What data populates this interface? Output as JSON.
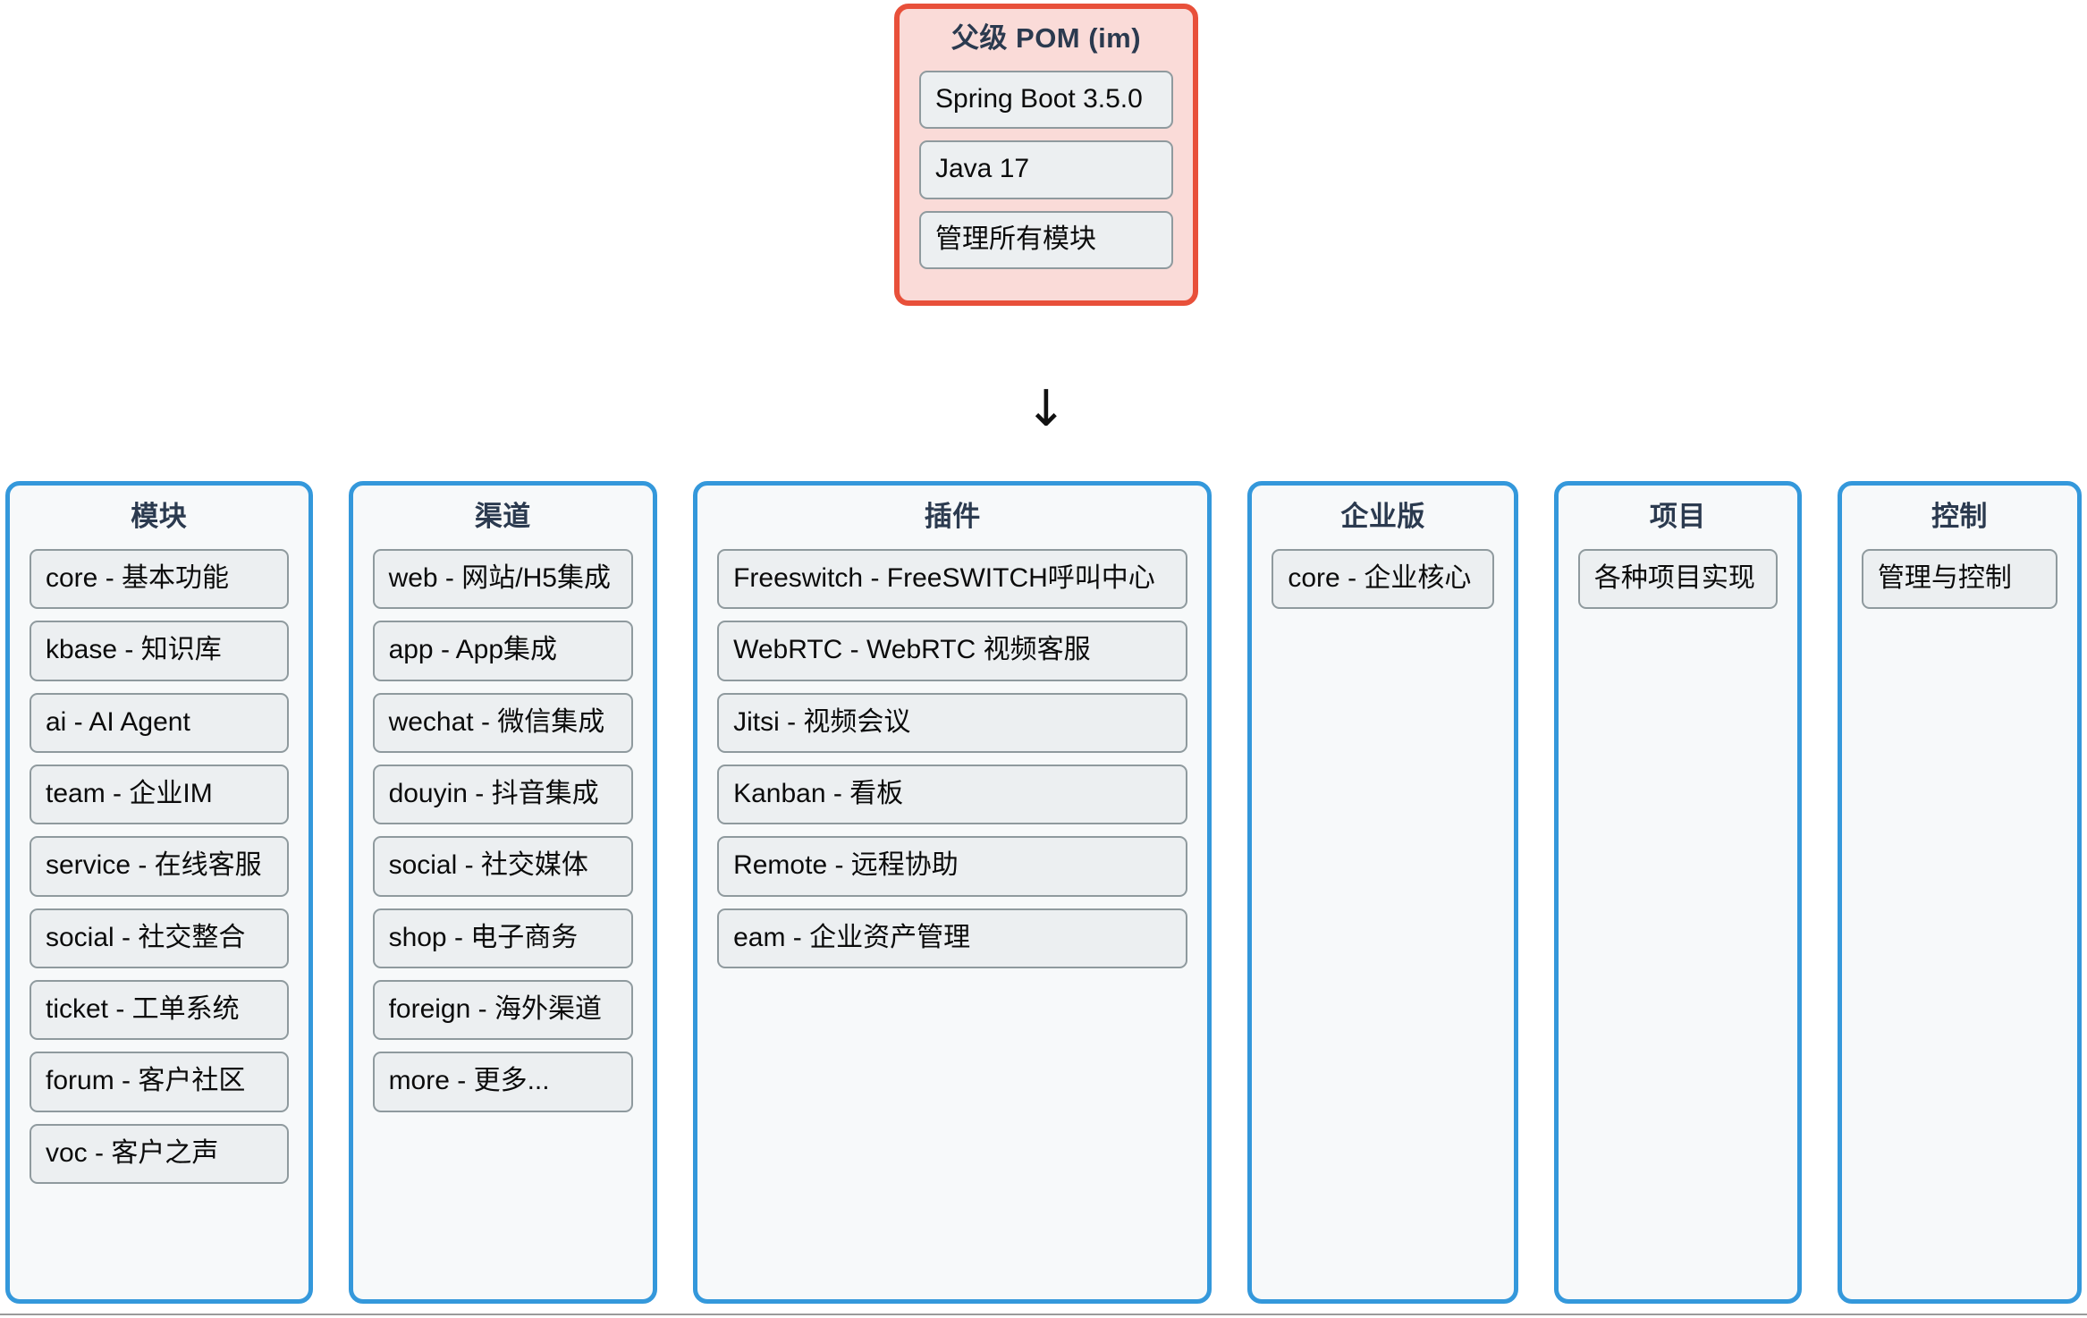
{
  "parent": {
    "title": "父级 POM (im)",
    "items": [
      "Spring Boot 3.5.0",
      "Java 17",
      "管理所有模块"
    ],
    "border_color": "#e8503a",
    "fill_color": "#fadbd8"
  },
  "arrow": {
    "glyph": "↓"
  },
  "columns": [
    {
      "title": "模块",
      "items": [
        "core - 基本功能",
        "kbase - 知识库",
        "ai - AI Agent",
        "team - 企业IM",
        "service - 在线客服",
        "social - 社交整合",
        "ticket - 工单系统",
        "forum - 客户社区",
        "voc - 客户之声"
      ]
    },
    {
      "title": "渠道",
      "items": [
        "web - 网站/H5集成",
        "app - App集成",
        "wechat - 微信集成",
        "douyin - 抖音集成",
        "social - 社交媒体",
        "shop - 电子商务",
        "foreign - 海外渠道",
        "more - 更多..."
      ]
    },
    {
      "title": "插件",
      "items": [
        "Freeswitch - FreeSWITCH呼叫中心",
        "WebRTC - WebRTC 视频客服",
        "Jitsi - 视频会议",
        "Kanban - 看板",
        "Remote - 远程协助",
        "eam - 企业资产管理"
      ]
    },
    {
      "title": "企业版",
      "items": [
        "core - 企业核心"
      ]
    },
    {
      "title": "项目",
      "items": [
        "各种项目实现"
      ]
    },
    {
      "title": "控制",
      "items": [
        "管理与控制"
      ]
    }
  ],
  "theme": {
    "column_border": "#3498db",
    "column_fill": "#f7f9fa",
    "item_fill": "#eceff1",
    "item_border": "#8f9a9e",
    "title_color": "#2b3a4f"
  }
}
